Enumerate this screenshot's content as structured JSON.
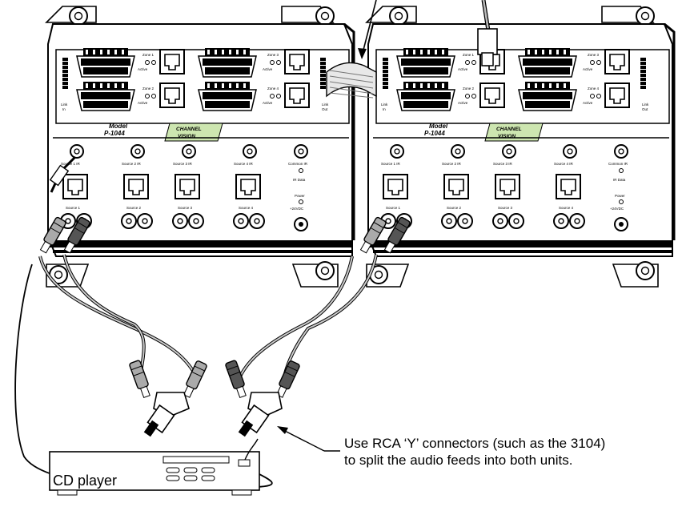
{
  "units": [
    {
      "model_label": "Model",
      "model_number": "P-1044",
      "brand": [
        "CHANNEL",
        "VISION"
      ],
      "link_in": [
        "Link",
        "In"
      ],
      "link_out": [
        "Link",
        "Out"
      ],
      "zones": [
        {
          "zone": "Zone 1",
          "active": "Active"
        },
        {
          "zone": "Zone 3",
          "active": "Active"
        },
        {
          "zone": "Zone 2",
          "active": "Active"
        },
        {
          "zone": "Zone 4",
          "active": "Active"
        }
      ],
      "ir_labels": [
        "Source 1 IR",
        "Source 2 IR",
        "Source 3 IR",
        "Source 4 IR"
      ],
      "source_labels": [
        "Source 1",
        "Source 2",
        "Source 3",
        "Source 4"
      ],
      "common_ir": "Common IR",
      "ir_data": "IR Data",
      "power": "Power",
      "power_voltage": "+24VDC"
    },
    {
      "model_label": "Model",
      "model_number": "P-1044",
      "brand": [
        "CHANNEL",
        "VISION"
      ],
      "link_in": [
        "Link",
        "In"
      ],
      "link_out": [
        "Link",
        "Out"
      ],
      "zones": [
        {
          "zone": "Zone 1",
          "active": "Active"
        },
        {
          "zone": "Zone 3",
          "active": "Active"
        },
        {
          "zone": "Zone 2",
          "active": "Active"
        },
        {
          "zone": "Zone 4",
          "active": "Active"
        }
      ],
      "ir_labels": [
        "Source 1 IR",
        "Source 2 IR",
        "Source 3 IR",
        "Source 4 IR"
      ],
      "source_labels": [
        "Source 1",
        "Source 2",
        "Source 3",
        "Source 4"
      ],
      "common_ir": "Common IR",
      "ir_data": "IR Data",
      "power": "Power",
      "power_voltage": "+24VDC"
    }
  ],
  "cd_player_label": "CD player",
  "callout": [
    "Use RCA ‘Y’ connectors (such as the 3104)",
    "to split the audio feeds into both units."
  ]
}
